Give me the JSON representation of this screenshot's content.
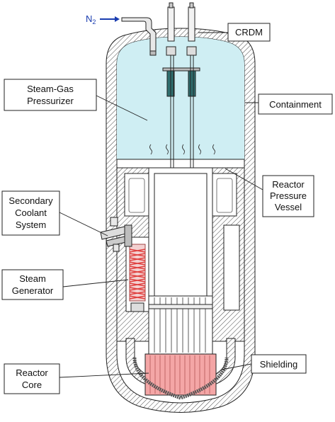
{
  "labels": {
    "n2_main": "N",
    "n2_sub": "2",
    "crdm": "CRDM",
    "pressurizer_line1": "Steam-Gas",
    "pressurizer_line2": "Pressurizer",
    "containment": "Containment",
    "rpv_line1": "Reactor",
    "rpv_line2": "Pressure",
    "rpv_line3": "Vessel",
    "secondary_line1": "Secondary",
    "secondary_line2": "Coolant",
    "secondary_line3": "System",
    "sg_line1": "Steam",
    "sg_line2": "Generator",
    "shielding": "Shielding",
    "core_line1": "Reactor",
    "core_line2": "Core"
  },
  "colors": {
    "gas_space": "#cfeef3",
    "core": "#f4a6a6",
    "steam_generator_coil": "#e0403f",
    "n2_text": "#1a3db0",
    "outline": "#222222"
  }
}
